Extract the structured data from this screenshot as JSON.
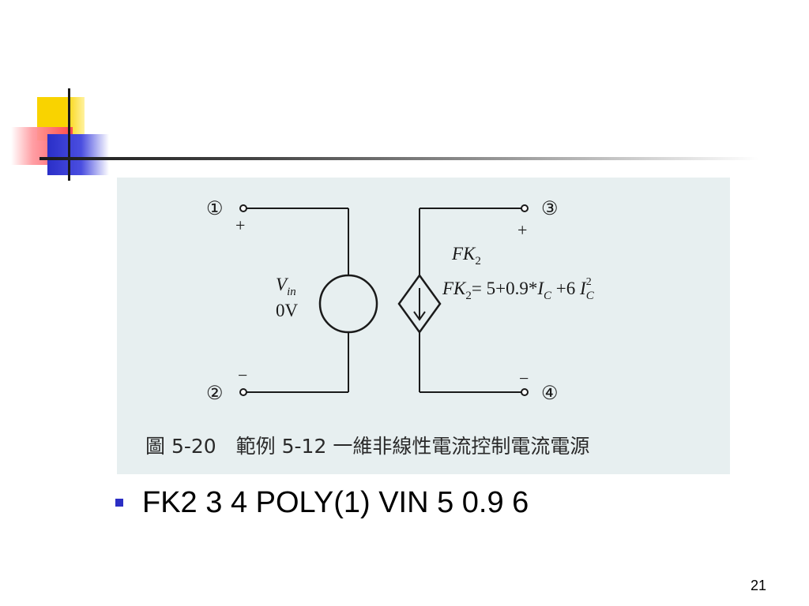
{
  "slide": {
    "page_number": "21",
    "bullet": "FK2 3 4 POLY(1) VIN 5 0.9 6",
    "colors": {
      "bullet": "#2b2ec4",
      "figure_bg": "#e7eff0",
      "ink": "#1a1a1a"
    }
  },
  "figure": {
    "caption": "圖 5-20　範例 5-12 一維非線性電流控制電流電源",
    "nodes": {
      "n1": "①",
      "n2": "②",
      "n3": "③",
      "n4": "④"
    },
    "polarity": {
      "plus": "+",
      "minus": "−"
    },
    "source_v": {
      "name": "V",
      "sub": "in",
      "value": "0V"
    },
    "source_f": {
      "name": "FK",
      "sub": "2",
      "eq_name": "FK",
      "eq_sub": "2",
      "eq_rest": "= 5+0.9*",
      "ic1": "I",
      "ic1_sub": "C",
      "plus6": " +6 ",
      "ic2": "I",
      "ic2_sub": "C",
      "ic2_sup": "2"
    }
  }
}
